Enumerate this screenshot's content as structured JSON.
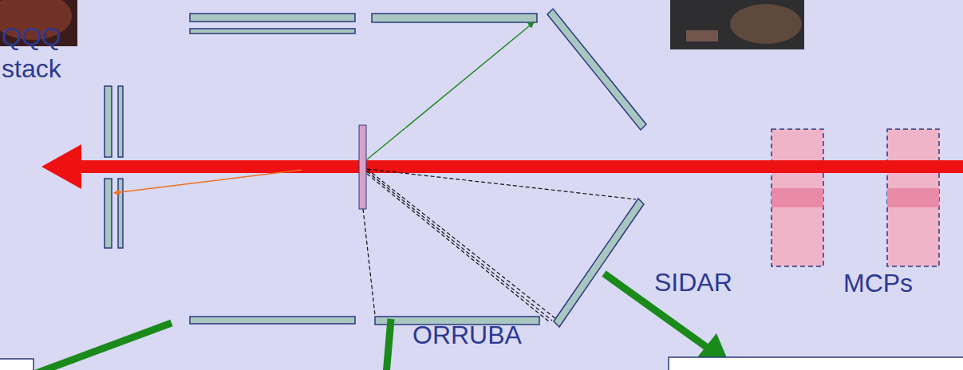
{
  "diagram": {
    "labels": [
      "QQQ stack",
      "ORRUBA",
      "SIDAR",
      "MCPs"
    ]
  }
}
